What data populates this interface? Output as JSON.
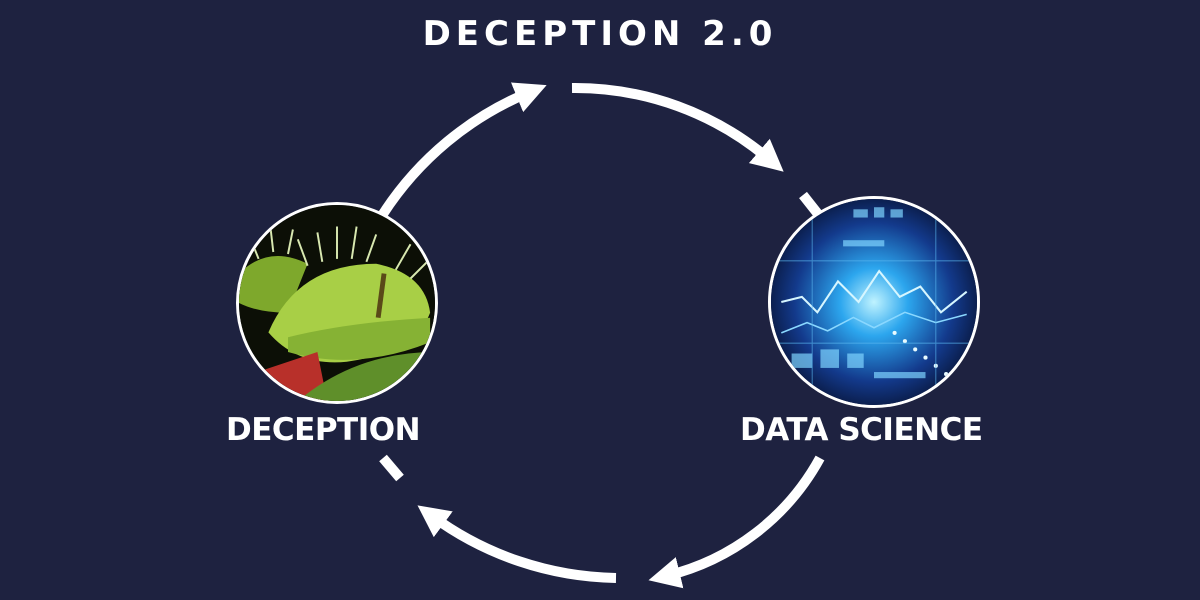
{
  "title": "DECEPTION 2.0",
  "nodes": {
    "left": {
      "label": "DECEPTION",
      "image_icon": "venus-flytrap-icon"
    },
    "right": {
      "label": "DATA SCIENCE",
      "image_icon": "data-visualization-icon"
    }
  },
  "colors": {
    "background": "#1e2240",
    "foreground": "#ffffff",
    "plant_green": "#9fca3c",
    "data_blue": "#2a8fe0"
  }
}
